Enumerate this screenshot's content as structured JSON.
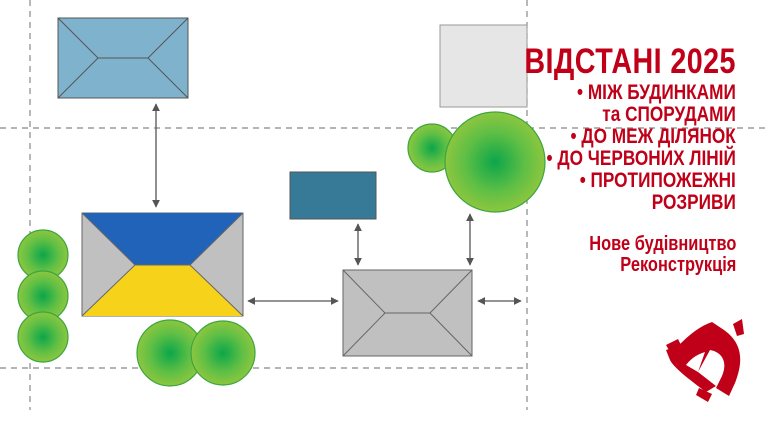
{
  "title": "ВІДСТАНІ 2025",
  "list": [
    "• МІЖ БУДИНКАМИ",
    "та СПОРУДАМИ",
    "• ДО МЕЖ ДІЛЯНОК",
    "• ДО ЧЕРВОНИХ ЛІНІЙ",
    "• ПРОТИПОЖЕЖНІ",
    "РОЗРИВИ"
  ],
  "subtitle": [
    "Нове будівництво",
    "Реконструкція"
  ],
  "colors": {
    "accent": "#c00018",
    "roof_blue": "#7fb2cc",
    "flag_blue": "#2163b8",
    "flag_yellow": "#f7d21a",
    "grey": "#c0c0c0",
    "teal": "#367a97",
    "tree": "#8dc63f"
  }
}
